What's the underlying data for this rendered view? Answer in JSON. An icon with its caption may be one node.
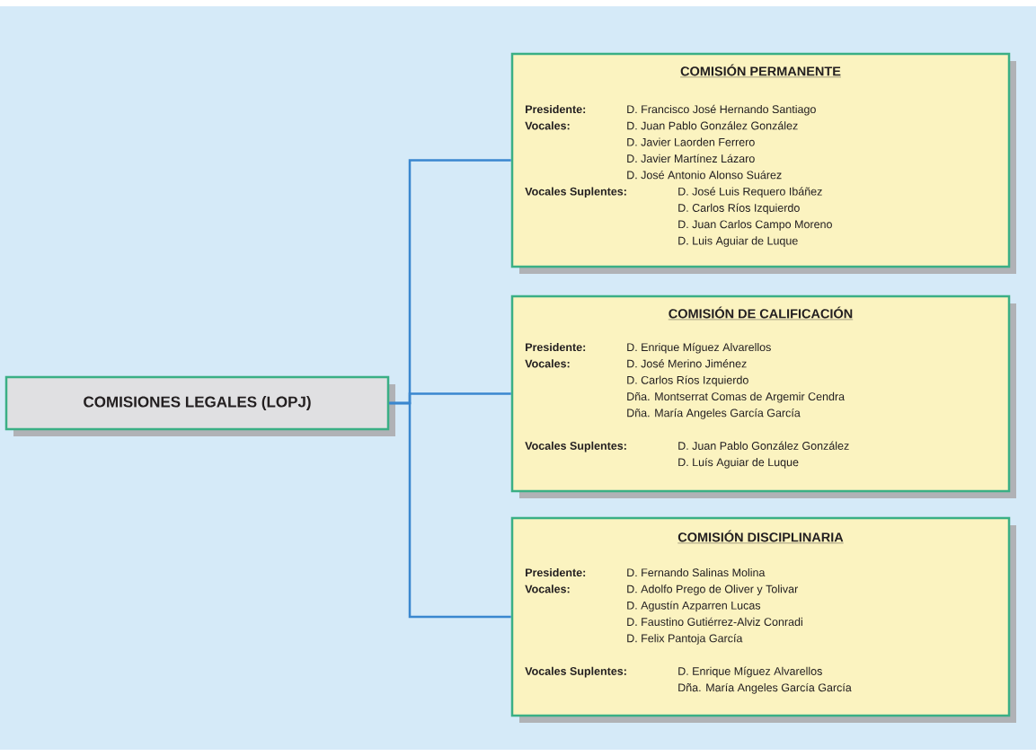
{
  "diagram": {
    "nodes": [
      {
        "text": [
          "COMISIONES LEGALES (LOPJ)"
        ]
      },
      {
        "text": [
          "COMISIÓN PERMANENTE",
          "Presidente:",
          "D. Francisco José Hernando Santiago",
          "Vocales:",
          "D. Juan Pablo González González",
          "D. Javier Laorden Ferrero",
          "D. Javier Martínez Lázaro",
          "D. José Antonio Alonso Suárez",
          "Vocales Suplentes:",
          "D. José Luis Requero Ibáñez",
          "D. Carlos Ríos Izquierdo",
          "D. Juan Carlos Campo Moreno",
          "D. Luis Aguiar de Luque"
        ]
      },
      {
        "text": [
          "COMISIÓN DE CALIFICACIÓN",
          "Presidente:",
          "D. Enrique Míguez Alvarellos",
          "Vocales:",
          "D. José Merino Jiménez",
          "D. Carlos Ríos Izquierdo",
          "Dña. Montserrat Comas de Argemir Cendra",
          "Dña. María Angeles García García",
          "Vocales Suplentes:",
          "D. Juan Pablo González González",
          "D. Luís Aguiar de Luque"
        ]
      },
      {
        "text": [
          "COMISIÓN DISCIPLINARIA",
          "Presidente:",
          "D. Fernando Salinas Molina",
          "Vocales:",
          "D. Adolfo Prego de Oliver y Tolivar",
          "D. Agustín Azparren Lucas",
          "D. Faustino Gutiérrez-Alviz Conradi",
          "D. Felix Pantoja García",
          "Vocales Suplentes:",
          "D. Enrique Míguez Alvarellos",
          "Dña. María Angeles García García"
        ]
      }
    ],
    "edges": [
      {
        "from": 0,
        "to": 1,
        "arrow": "none"
      },
      {
        "from": 0,
        "to": 2,
        "arrow": "none"
      },
      {
        "from": 0,
        "to": 3,
        "arrow": "none"
      }
    ]
  }
}
